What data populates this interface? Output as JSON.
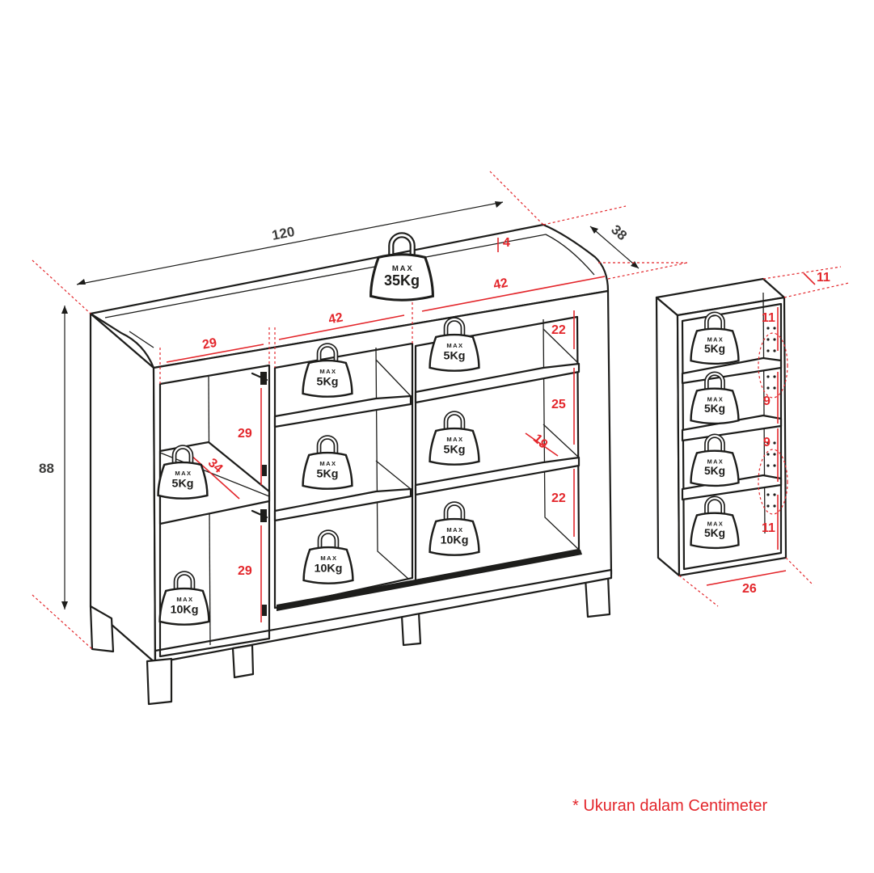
{
  "dimensions": {
    "width": "120",
    "depth": "38",
    "height": "88",
    "top_lip": "4",
    "top_span_middle": "42",
    "top_span_right": "42",
    "left_compartment_width": "29",
    "left_upper_height": "29",
    "left_lower_height": "29",
    "left_shelf_depth": "34",
    "right_upper_height": "22",
    "right_middle_height": "25",
    "right_lower_height": "22",
    "right_shelf_depth": "19",
    "side_depth_top": "11",
    "side_gap_1": "11",
    "side_gap_2": "9",
    "side_gap_3": "9",
    "side_gap_4": "11",
    "side_width": "26"
  },
  "weights": {
    "max_label": "MAX",
    "top": "35Kg",
    "left_shelf": "5Kg",
    "left_bottom": "10Kg",
    "mid_upper": "5Kg",
    "mid_middle": "5Kg",
    "mid_bottom": "10Kg",
    "right_upper": "5Kg",
    "right_middle": "5Kg",
    "right_bottom": "10Kg",
    "side_1": "5Kg",
    "side_2": "5Kg",
    "side_3": "5Kg",
    "side_4": "5Kg"
  },
  "note": "* Ukuran dalam Centimeter",
  "colors": {
    "accent": "#e3262b",
    "line": "#1d1d1b",
    "text": "#3c3c3b"
  }
}
